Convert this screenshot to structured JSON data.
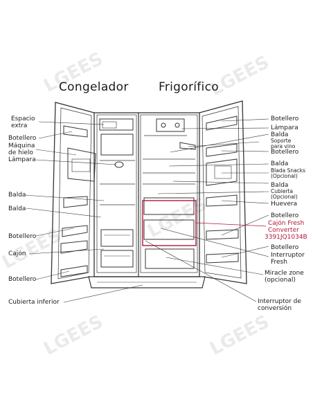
{
  "titles": {
    "freezer": "Congelador",
    "fridge": "Frigorífico"
  },
  "watermark": "LGEES",
  "colors": {
    "line": "#333333",
    "highlight": "#b0183a",
    "watermark": "#d9d9d9"
  },
  "left_labels": {
    "espacio_extra": {
      "l1": "Espacio",
      "l2": "extra"
    },
    "botellero_1": "Botellero",
    "maquina_hielo": {
      "l1": "Máquina",
      "l2": "de hielo"
    },
    "lampara": "Lámpara",
    "balda_1": "Balda",
    "balda_2": "Balda",
    "botellero_2": "Botellero",
    "cajon": "Cajón",
    "botellero_3": "Botellero",
    "cubierta_inferior": "Cubierta inferior"
  },
  "right_labels": {
    "botellero_1": "Botellero",
    "lampara": "Lámpara",
    "balda_1": "Balda",
    "soporte_vino": "Soporte para vino",
    "botellero_2": "Botellero",
    "balda_2": "Balda",
    "blada_snacks": "Blada Snacks",
    "opcional_1": "(Opcional)",
    "balda_3": "Balda",
    "cubierta": "Cubierta",
    "opcional_2": "(Opcional)",
    "huevera": "Huevera",
    "botellero_3": "Botellero",
    "cajon_fresh_1": "Cajón Fresh",
    "cajon_fresh_2": "Converter",
    "part_number": "3391JQ1034B",
    "botellero_4": "Botellero",
    "interruptor_fresh_1": "Interruptor",
    "interruptor_fresh_2": "Fresh",
    "miracle_1": "Miracle zone",
    "miracle_2": "(opcional)",
    "interruptor_conv_1": "Interruptor de",
    "interruptor_conv_2": "conversión"
  }
}
